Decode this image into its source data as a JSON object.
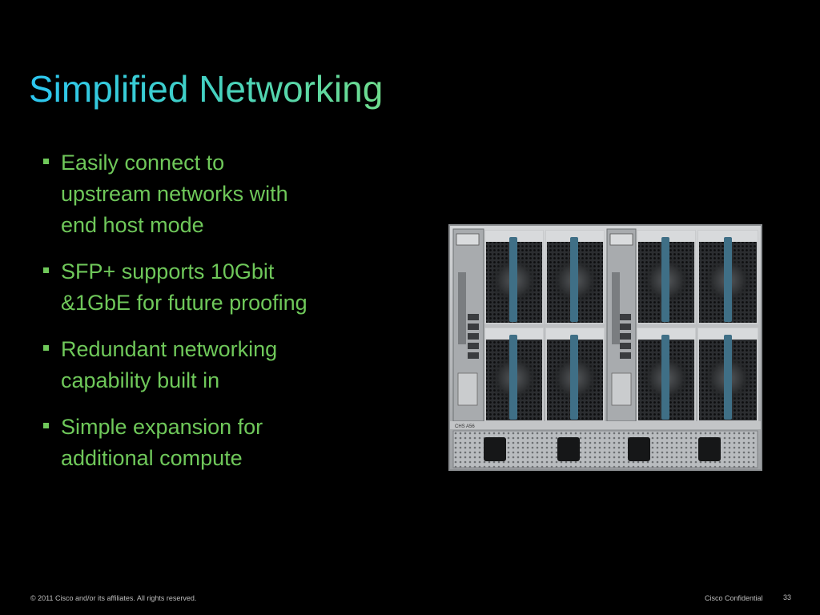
{
  "slide": {
    "title": "Simplified Networking",
    "bullets": [
      {
        "line1": "Easily connect to",
        "line2": "upstream networks with",
        "line3": "end host mode"
      },
      {
        "line1": "SFP+ supports 10Gbit",
        "line2": "&1GbE for future proofing"
      },
      {
        "line1": "Redundant networking",
        "line2": "capability built in"
      },
      {
        "line1": "Simple expansion for",
        "line2": "additional compute"
      }
    ]
  },
  "image": {
    "label": "CHS A56"
  },
  "footer": {
    "copyright": "© 2011 Cisco and/or its affiliates. All rights reserved.",
    "confidential": "Cisco Confidential",
    "page_number": "33"
  }
}
